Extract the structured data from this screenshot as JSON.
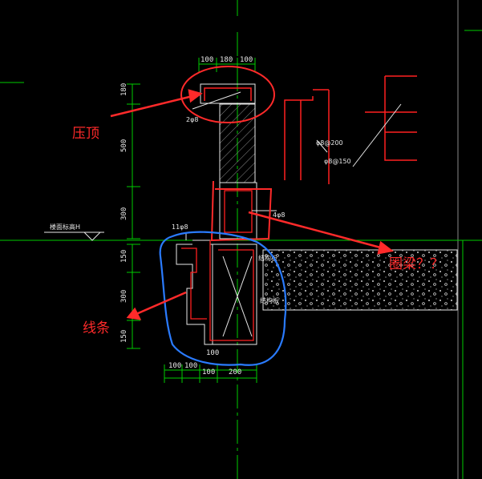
{
  "colors": {
    "background": "#000000",
    "axis": "#00cc00",
    "outline": "#e8e8e8",
    "rebar": "#ff2020",
    "annotation": "#ff2a2a",
    "highlight_blue": "#2a7bff",
    "grid_gray": "#8a8a8a"
  },
  "annotations": {
    "coping": "压顶",
    "molding": "线条",
    "ring_beam": "圈梁？？"
  },
  "top_dims": [
    "100",
    "180",
    "100"
  ],
  "bottom_dims": [
    "100",
    "100",
    "100",
    "200"
  ],
  "bottom_dim_under_bar": "100",
  "left_dims_upper": [
    "180",
    "500",
    "300"
  ],
  "left_dims_lower": [
    "150",
    "300",
    "150"
  ],
  "rebar_labels": {
    "coping_bars": "2φ8",
    "beam_bars": "4φ8",
    "molding_bars": "11φ8",
    "stirrup_1": "φ8@200",
    "stirrup_2": "φ8@150"
  },
  "floor_label": "楼面标高H",
  "side_labels": {
    "upper": "结构板",
    "lower": "结构板"
  }
}
